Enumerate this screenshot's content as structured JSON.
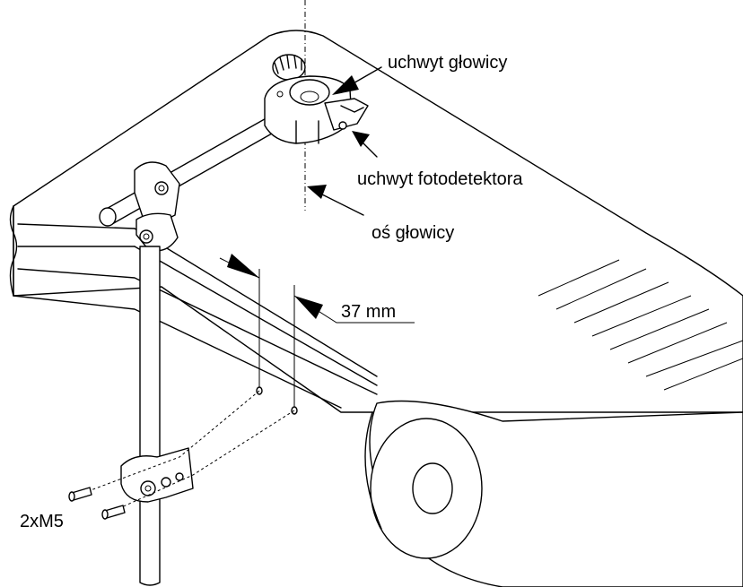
{
  "labels": {
    "head_holder": "uchwyt głowicy",
    "photodetector_holder": "uchwyt fotodetektora",
    "head_axis": "oś głowicy",
    "distance": "37 mm",
    "screws": "2xM5"
  }
}
